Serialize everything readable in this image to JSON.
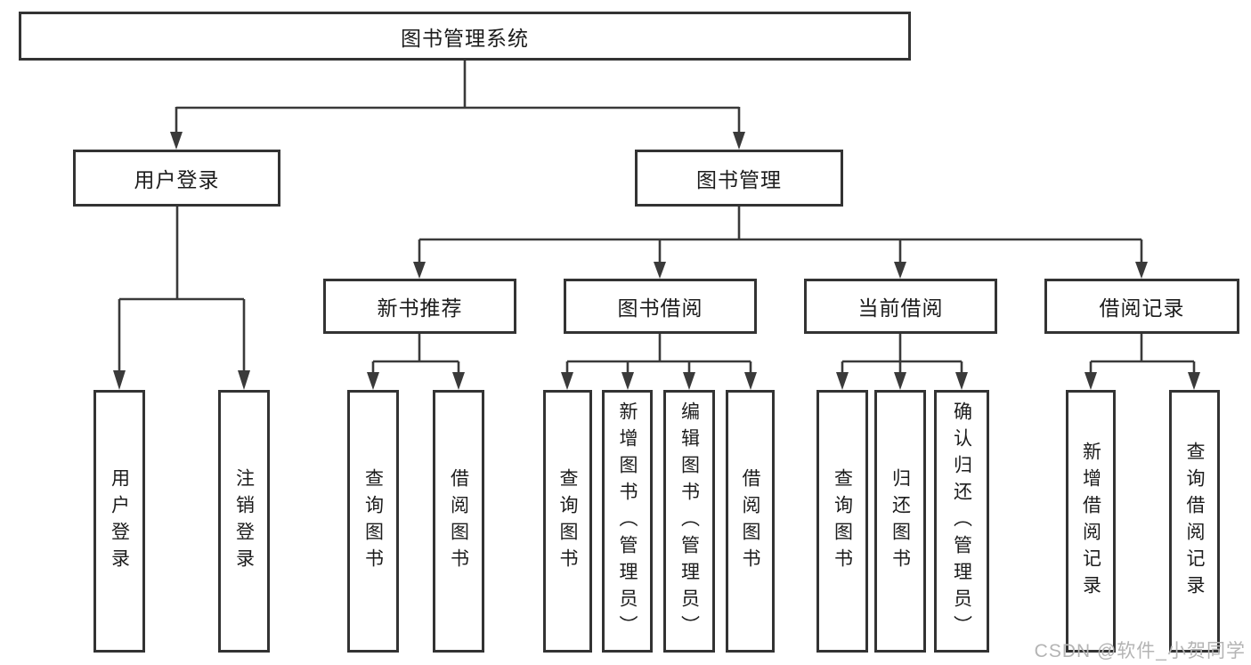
{
  "diagram_type": "hierarchy-diagram",
  "nodes": {
    "root": "图书管理系统",
    "user_login": "用户登录",
    "book_mgmt": "图书管理",
    "new_book_rec": "新书推荐",
    "book_borrow": "图书借阅",
    "current_borrow": "当前借阅",
    "borrow_records": "借阅记录",
    "leaf_user_login": "用户登录",
    "leaf_logout": "注销登录",
    "rec_query_book": "查询图书",
    "rec_borrow_book": "借阅图书",
    "bb_query_book": "查询图书",
    "bb_add_book": "新增图书（管理员）",
    "bb_edit_book": "编辑图书（管理员）",
    "bb_borrow_book": "借阅图书",
    "cb_query_book": "查询图书",
    "cb_return_book": "归还图书",
    "cb_confirm_return": "确认归还（管理员）",
    "br_add_record": "新增借阅记录",
    "br_query_record": "查询借阅记录"
  },
  "tree": {
    "root": [
      "user_login",
      "book_mgmt"
    ],
    "user_login": [
      "leaf_user_login",
      "leaf_logout"
    ],
    "book_mgmt": [
      "new_book_rec",
      "book_borrow",
      "current_borrow",
      "borrow_records"
    ],
    "new_book_rec": [
      "rec_query_book",
      "rec_borrow_book"
    ],
    "book_borrow": [
      "bb_query_book",
      "bb_add_book",
      "bb_edit_book",
      "bb_borrow_book"
    ],
    "current_borrow": [
      "cb_query_book",
      "cb_return_book",
      "cb_confirm_return"
    ],
    "borrow_records": [
      "br_add_record",
      "br_query_record"
    ]
  },
  "watermark": "CSDN @软件_小贺同学",
  "colors": {
    "line": "#3a3a3a",
    "border": "#333333",
    "text": "#1c1c1c",
    "watermark": "#b4b4b4",
    "background": "#ffffff"
  }
}
